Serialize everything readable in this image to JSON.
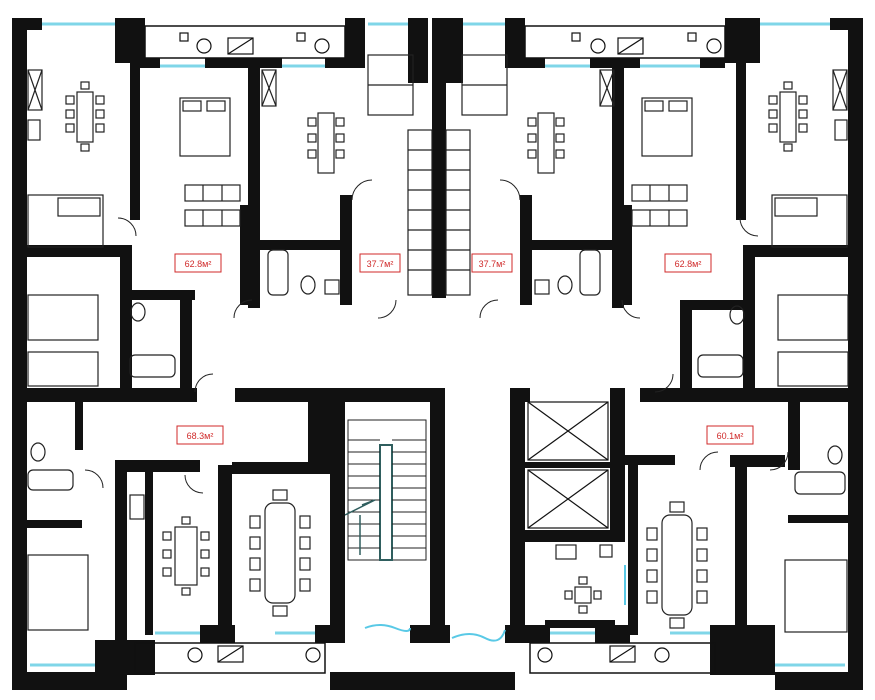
{
  "plan": {
    "colors": {
      "wall": "#111111",
      "window": "#7fd6e8",
      "area_box": "#d02a2a",
      "furniture": "#222222",
      "stair": "#2f5e5e",
      "accent": "#59c9e6"
    },
    "apartments": [
      {
        "id": "apt-top-left-large",
        "area": "62.8м²"
      },
      {
        "id": "apt-top-left-small",
        "area": "37.7м²"
      },
      {
        "id": "apt-top-right-small",
        "area": "37.7м²"
      },
      {
        "id": "apt-top-right-large",
        "area": "62.8м²"
      },
      {
        "id": "apt-bottom-left",
        "area": "68.3м²"
      },
      {
        "id": "apt-bottom-right",
        "area": "60.1м²"
      }
    ]
  }
}
